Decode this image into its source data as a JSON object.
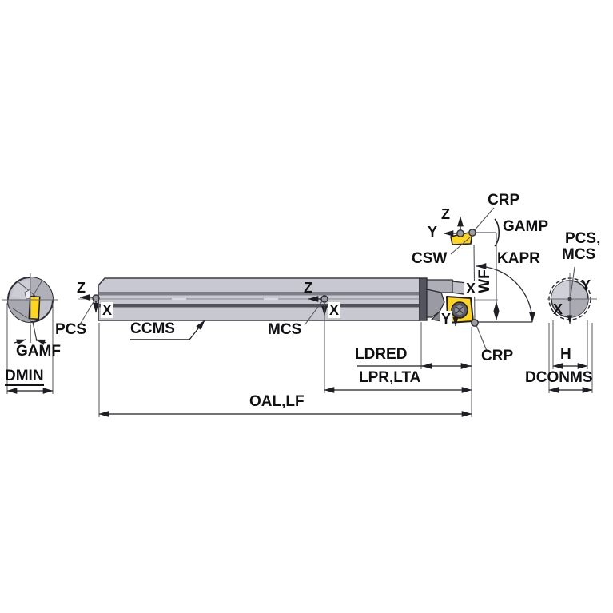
{
  "drawing": {
    "type": "tool-dimension-diagram",
    "subject": "boring bar with indexable insert, three views (end view, side view, shank section) with dimension callouts"
  },
  "labels": {
    "crp_top": "CRP",
    "gamp": "GAMP",
    "csw": "CSW",
    "kapr": "KAPR",
    "wf": "WF",
    "pcs_mcs_right_line1": "PCS,",
    "pcs_mcs_right_line2": "MCS",
    "z_top": "Z",
    "y_top": "Y",
    "x_head": "X",
    "y_head": "Y",
    "crp_bottom": "CRP",
    "z_mid": "Z",
    "x_mid": "X",
    "mcs_mid": "MCS",
    "ccms": "CCMS",
    "z_left": "Z",
    "x_left": "X",
    "pcs_left": "PCS",
    "gamf": "GAMF",
    "dmin": "DMIN",
    "ldred": "LDRED",
    "lpr_lta": "LPR,LTA",
    "oal_lf": "OAL,LF",
    "h": "H",
    "dconms": "DCONMS",
    "y_right": "Y",
    "x_right": "X"
  },
  "colors": {
    "background": "#ffffff",
    "outline": "#2e2e34",
    "bar_light": "#c8c8d0",
    "bar_stripe_medium": "#7e7e88",
    "bar_stripe_dark": "#52525c",
    "head_dark_band": "#54545e",
    "clamp_gray": "#a2a2aa",
    "insert_yellow": "#FFD520",
    "screw_gray": "#5a5a64",
    "crosshair_gray": "#6a6a72"
  }
}
